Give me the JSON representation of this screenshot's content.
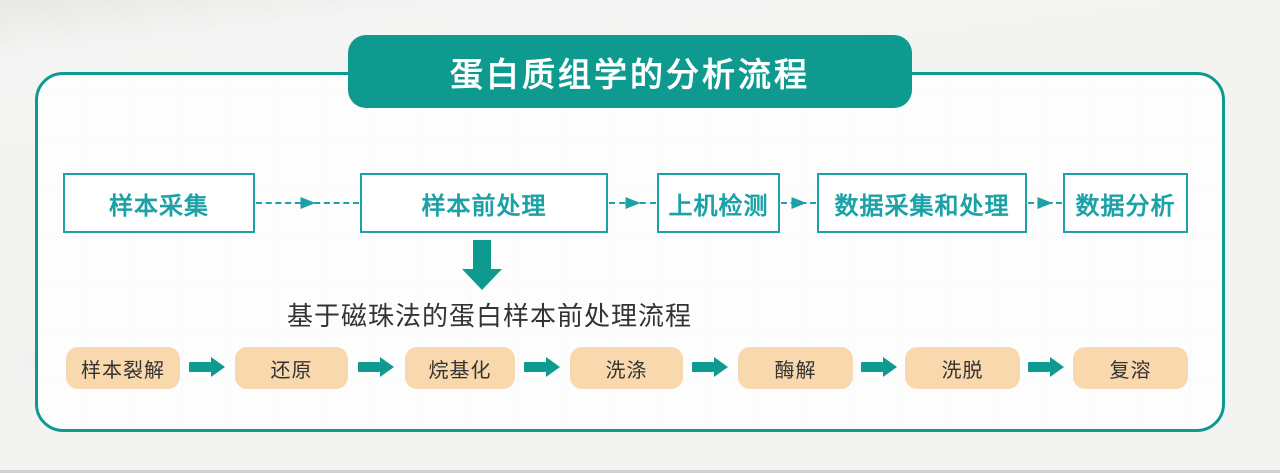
{
  "diagram": {
    "title": "蛋白质组学的分析流程",
    "subtitle": "基于磁珠法的蛋白样本前处理流程"
  },
  "main_flow": {
    "steps": [
      {
        "label": "样本采集"
      },
      {
        "label": "样本前处理"
      },
      {
        "label": "上机检测"
      },
      {
        "label": "数据采集和处理"
      },
      {
        "label": "数据分析"
      }
    ]
  },
  "pretreatment_flow": {
    "steps": [
      {
        "label": "样本裂解"
      },
      {
        "label": "还原"
      },
      {
        "label": "烷基化"
      },
      {
        "label": "洗涤"
      },
      {
        "label": "酶解"
      },
      {
        "label": "洗脱"
      },
      {
        "label": "复溶"
      }
    ]
  },
  "colors": {
    "teal_primary": "#0f9a90",
    "teal_accent": "#1ba1a6",
    "peach": "#f8d8ac",
    "text_dark": "#333333"
  }
}
